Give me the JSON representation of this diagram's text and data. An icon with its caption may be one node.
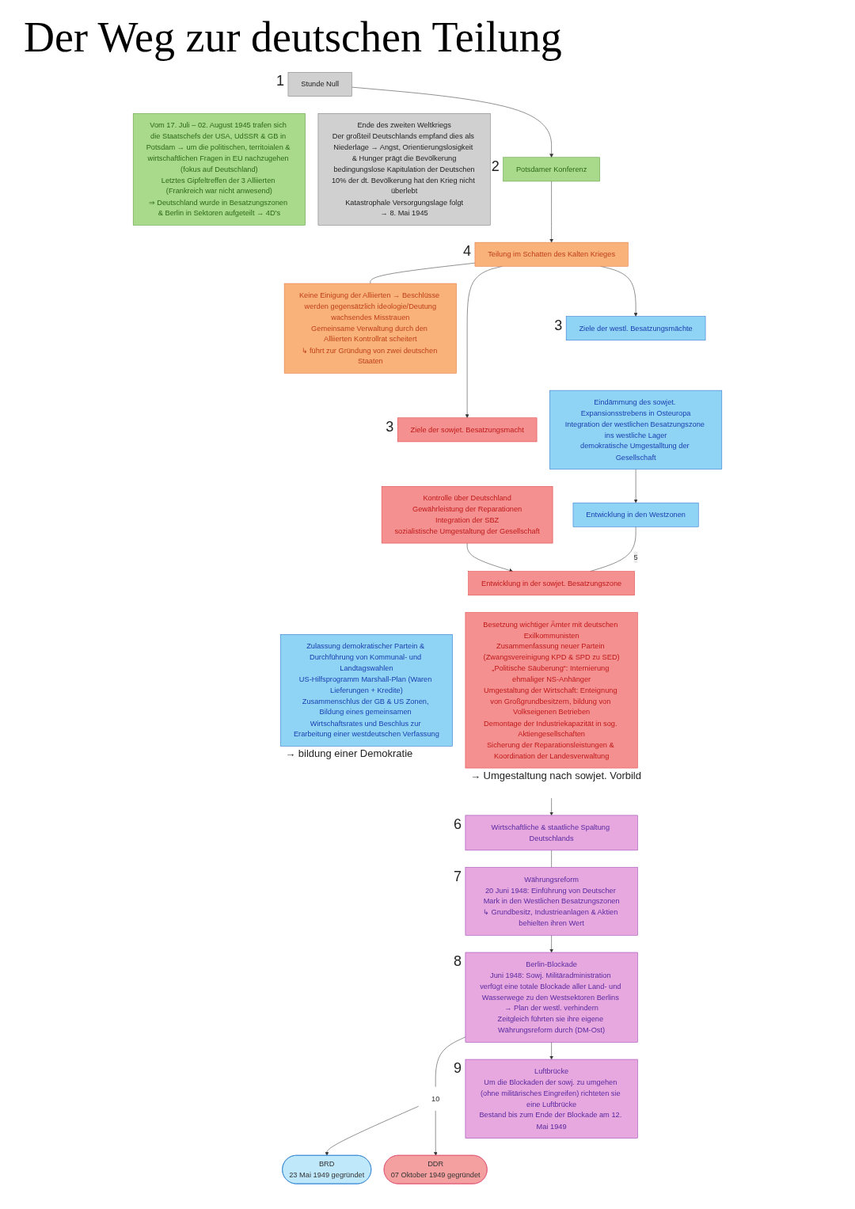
{
  "diagram": {
    "title": "Der Weg zur deutschen Teilung",
    "nodes": [
      {
        "text": [
          "Stunde Null"
        ],
        "beside": [
          "1"
        ]
      },
      {
        "text": [
          "Vom 17. Juli – 02. August 1945 trafen sich die Staatschefs der USA, UdSSR & GB in Potsdam → um die politischen, territoialen & wirtschaftlichen Fragen in EU nachzugehen (fokus auf Deutschland)",
          "Letztes Gipfeltreffen der 3 Alliierten (Frankreich war nicht anwesend)",
          "⇒ Deutschland wurde in Besatzungszonen & Berlin in Sektoren aufgeteilt → 4D's"
        ]
      },
      {
        "text": [
          "Ende des zweiten Weltkriegs",
          "Der großteil Deutschlands empfand dies als Niederlage → Angst, Orientierungslosigkeit & Hunger prägt die Bevölkerung",
          "bedingungslose Kapitulation der Deutschen",
          "10% der dt. Bevölkerung hat den Krieg nicht überlebt",
          "Katastrophale Versorgungslage folgt",
          "→ 8. Mai 1945"
        ]
      },
      {
        "text": [
          "Potsdamer Konferenz"
        ],
        "beside": [
          "2"
        ]
      },
      {
        "text": [
          "Teilung im Schatten des Kalten Krieges"
        ],
        "beside": [
          "4"
        ]
      },
      {
        "text": [
          "Keine Einigung der Alliierten → Beschlüsse werden gegensätzlich ideologie/Deutung",
          "wachsendes Misstrauen",
          "Gemeinsame Verwaltung durch den Alliierten Kontrollrat scheitert",
          "↳ führt zur Gründung von zwei deutschen Staaten"
        ]
      },
      {
        "text": [
          "Ziele der westl. Besatzungsmächte"
        ],
        "beside": [
          "3"
        ]
      },
      {
        "text": [
          "Eindämmung des sowjet. Expansionsstrebens in Osteuropa",
          "Integration der westlichen Besatzungszone ins westliche Lager",
          "demokratische Umgestalltung der Gesellschaft"
        ]
      },
      {
        "text": [
          "Ziele der sowjet. Besatzungsmacht"
        ],
        "beside": [
          "3"
        ]
      },
      {
        "text": [
          "Kontrolle über Deutschland",
          "Gewährleistung der Reparationen",
          "Integration der SBZ",
          "sozialistische Umgestaltung der Gesellschaft"
        ]
      },
      {
        "text": [
          "Entwicklung in den Westzonen"
        ]
      },
      {
        "text": [
          "Zulassung demokratischer Partein & Durchführung von Kommunal- und Landtagswahlen",
          "US-Hilfsprogramm Marshall-Plan (Waren Lieferungen + Kredite)",
          "Zusammenschlus der GB & US Zonen, Bildung eines gemeinsamen Wirtschaftsrates und Beschlus zur Erarbeitung einer westdeutschen Verfassung"
        ],
        "beside": [
          "→ bildung einer Demokratie"
        ]
      },
      {
        "text": [
          "Entwicklung in der sowjet. Besatzungszone"
        ]
      },
      {
        "text": [
          "Besetzung wichtiger Ämter mit deutschen Exilkommunisten",
          "Zusammenfassung neuer Partein (Zwangsvereinigung KPD & SPD zu SED)",
          "„Politische Säuberung“: Internierung ehmaliger NS-Anhänger",
          "Umgestaltung der Wirtschaft: Enteignung von Großgrundbesitzern, bildung von Volkseigenen Betrieben",
          "Demontage der Industriekapazität in sog. Aktiengesellschaften",
          "Sicherung der Reparationsleistungen & Koordination der Landesverwaltung"
        ],
        "beside": [
          "→ Umgestaltung nach sowjet. Vorbild"
        ]
      },
      {
        "text": [
          "Wirtschaftliche & staatliche Spaltung Deutschlands"
        ],
        "beside": [
          "6"
        ]
      },
      {
        "text": [
          "Währungsreform",
          "20 Juni 1948: Einführung von Deutscher Mark in den Westlichen Besatzungszonen",
          "↳ Grundbesitz, Industrieanlagen & Aktien behielten ihren Wert"
        ],
        "beside": [
          "7"
        ]
      },
      {
        "text": [
          "Berlin-Blockade",
          "Juni 1948: Sowj. Militäradministration verfügt eine totale Blockade aller Land- und Wasserwege zu den Westsektoren Berlins → Plan der westl. verhindern",
          "Zeitgleich führten sie ihre eigene Währungsreform durch (DM-Ost)"
        ],
        "beside": [
          "8"
        ]
      },
      {
        "text": [
          "Luftbrücke",
          "Um die Blockaden der sowj. zu umgehen (ohne militärisches Eingreifen) richteten sie eine Luftbrücke",
          "Bestand bis zum Ende der Blockade am 12. Mai 1949"
        ],
        "beside": [
          "9"
        ]
      },
      {
        "text": [
          "BRD",
          "23 Mai 1949 gegründet"
        ]
      },
      {
        "text": [
          "DDR",
          "07 Oktober 1949 gegründet"
        ]
      },
      {
        "text": [
          "10"
        ]
      }
    ],
    "edges": [
      {
        "from": 0,
        "to": 3,
        "arrow": "to"
      },
      {
        "from": 3,
        "to": 4,
        "arrow": "to"
      },
      {
        "from": 4,
        "to": 5,
        "arrow": "none"
      },
      {
        "from": 4,
        "to": 6,
        "arrow": "to"
      },
      {
        "from": 4,
        "to": 8,
        "arrow": "to"
      },
      {
        "from": 7,
        "to": 10,
        "arrow": "to"
      },
      {
        "from": 9,
        "to": 12,
        "arrow": "to"
      },
      {
        "from": 10,
        "to": 12,
        "arrow": "none",
        "label": "5"
      },
      {
        "from": null,
        "to": 14,
        "arrow": "to"
      },
      {
        "from": 14,
        "to": 15,
        "arrow": "none"
      },
      {
        "from": 15,
        "to": 16,
        "arrow": "to"
      },
      {
        "from": 16,
        "to": 17,
        "arrow": "to"
      },
      {
        "from": 16,
        "to": 20,
        "arrow": "none"
      },
      {
        "from": 20,
        "to": 18,
        "arrow": "to"
      },
      {
        "from": 20,
        "to": 19,
        "arrow": "to"
      }
    ]
  }
}
